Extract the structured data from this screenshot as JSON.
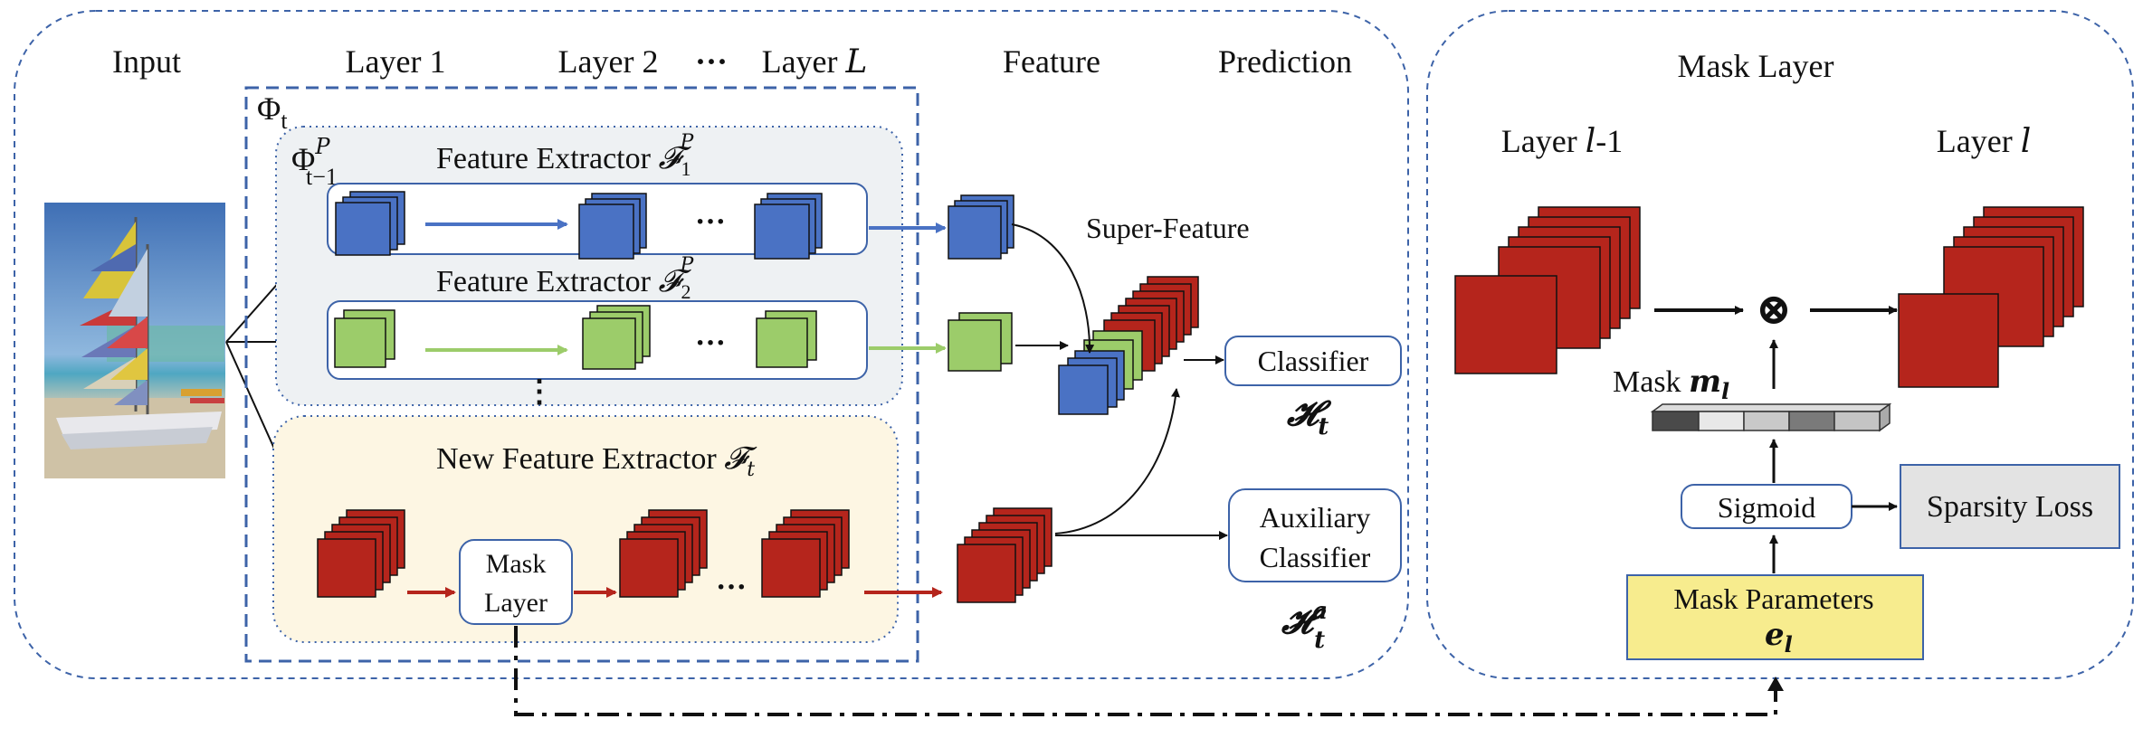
{
  "columns": {
    "input": "Input",
    "layer1": "Layer 1",
    "layer2": "Layer 2",
    "dots": "···",
    "layerL_prefix": "Layer ",
    "layerL_var": "L",
    "feature": "Feature",
    "prediction": "Prediction"
  },
  "phi_t": {
    "base": "Φ",
    "sub": "t"
  },
  "phi_prev": {
    "base": "Φ",
    "sup": "P",
    "sub": "t−1"
  },
  "extractor1": {
    "label": "Feature Extractor ",
    "sym": "𝓕",
    "sub": "1",
    "sup": "P"
  },
  "extractor2": {
    "label": "Feature Extractor ",
    "sym": "𝓕",
    "sub": "2",
    "sup": "P"
  },
  "vertical_dots": "⋮",
  "row_dots": "···",
  "new_extractor": {
    "label": "New Feature Extractor ",
    "sym": "𝓕",
    "sub": "t"
  },
  "mask_layer_box": {
    "line1": "Mask",
    "line2": "Layer"
  },
  "super_feature": "Super-Feature",
  "classifier": {
    "label": "Classifier",
    "sym": "𝓗",
    "sub": "t"
  },
  "aux_classifier": {
    "line1": "Auxiliary",
    "line2": "Classifier",
    "sym": "𝓗",
    "sub": "t",
    "sup": "a"
  },
  "mask_panel": {
    "title": "Mask Layer",
    "left_prefix": "Layer ",
    "left_var": "l",
    "left_suffix": "-1",
    "right_prefix": "Layer ",
    "right_var": "l",
    "otimes": "⊗",
    "mask_label": "Mask ",
    "mask_var": "m",
    "mask_sub": "l",
    "sigmoid": "Sigmoid",
    "sparsity": "Sparsity Loss",
    "params_label": "Mask Parameters",
    "params_var": "e",
    "params_sub": "l",
    "mask_vector_shades": [
      "#4a4a4a",
      "#e8e8e8",
      "#c9c9c9",
      "#7a7a7a",
      "#c4c4c4"
    ]
  },
  "colors": {
    "blue": "#4a72c4",
    "green": "#9ccc6a",
    "red": "#b5251c",
    "panel_border": "#3d63a8",
    "prev_bg": "#eef1f3",
    "new_bg": "#fdf6e3",
    "params_bg": "#f7ec8e"
  }
}
